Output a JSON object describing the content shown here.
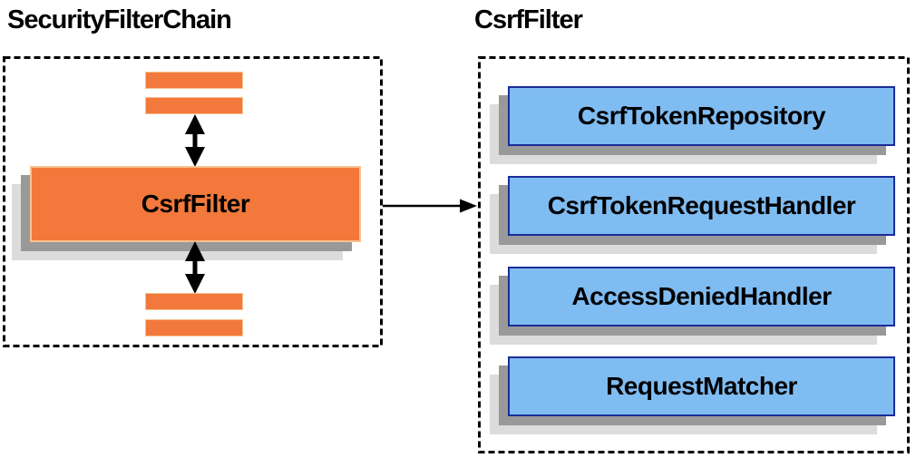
{
  "diagram": {
    "left": {
      "title": "SecurityFilterChain",
      "filter_box_label": "CsrfFilter"
    },
    "right": {
      "title": "CsrfFilter",
      "components": [
        "CsrfTokenRepository",
        "CsrfTokenRequestHandler",
        "AccessDeniedHandler",
        "RequestMatcher"
      ]
    }
  },
  "colors": {
    "orange_fill": "#F2793B",
    "orange_border": "#F8C291",
    "blue_fill": "#7FBCF2",
    "blue_border": "#1B2C99",
    "shadow_dark": "#999999",
    "shadow_light": "#DCDCDC",
    "arrow_black": "#000000"
  }
}
